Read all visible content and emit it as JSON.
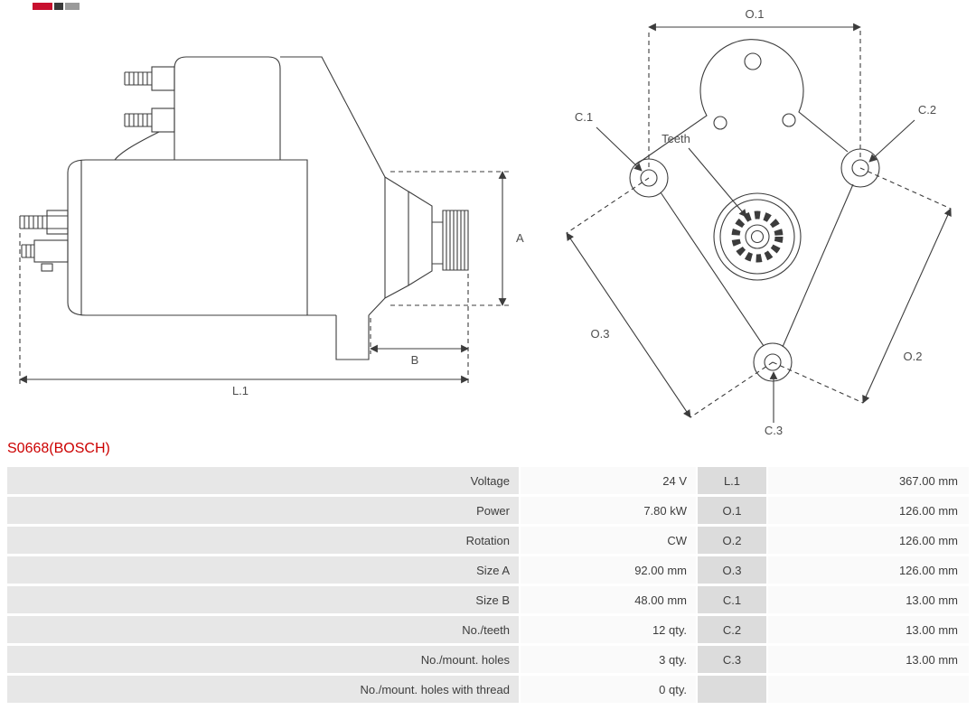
{
  "part": {
    "number": "S0668(BOSCH)"
  },
  "colors": {
    "part_number": "#cc0000",
    "table_label_bg": "#e7e7e7",
    "table_dim_bg": "#dcdcdc",
    "table_value_bg": "#fafafa",
    "line": "#3c3c3c"
  },
  "diagram": {
    "labels": {
      "a": "A",
      "b": "B",
      "l1": "L.1",
      "o1": "O.1",
      "o2": "O.2",
      "o3": "O.3",
      "c1": "C.1",
      "c2": "C.2",
      "c3": "C.3",
      "teeth": "Teeth"
    }
  },
  "table": {
    "rows": [
      {
        "label": "Voltage",
        "value": "24 V",
        "dim": "L.1",
        "dim_value": "367.00 mm"
      },
      {
        "label": "Power",
        "value": "7.80 kW",
        "dim": "O.1",
        "dim_value": "126.00 mm"
      },
      {
        "label": "Rotation",
        "value": "CW",
        "dim": "O.2",
        "dim_value": "126.00 mm"
      },
      {
        "label": "Size A",
        "value": "92.00 mm",
        "dim": "O.3",
        "dim_value": "126.00 mm"
      },
      {
        "label": "Size B",
        "value": "48.00 mm",
        "dim": "C.1",
        "dim_value": "13.00 mm"
      },
      {
        "label": "No./teeth",
        "value": "12 qty.",
        "dim": "C.2",
        "dim_value": "13.00 mm"
      },
      {
        "label": "No./mount. holes",
        "value": "3 qty.",
        "dim": "C.3",
        "dim_value": "13.00 mm"
      },
      {
        "label": "No./mount. holes with thread",
        "value": "0 qty.",
        "dim": "",
        "dim_value": ""
      }
    ]
  }
}
